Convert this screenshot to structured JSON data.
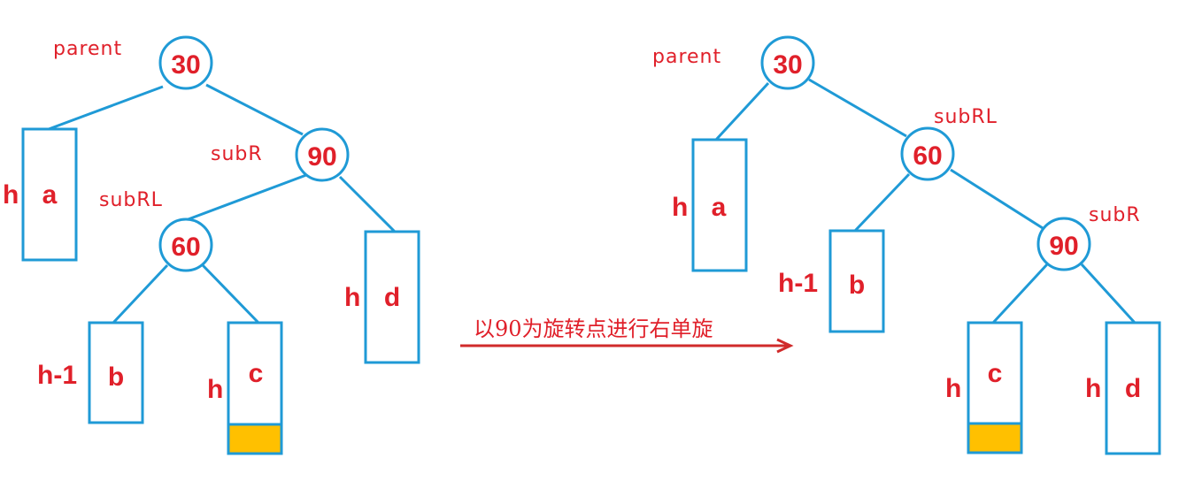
{
  "before": {
    "nodes": [
      {
        "id": "n30",
        "value": "30",
        "pointer_label": "parent"
      },
      {
        "id": "n90",
        "value": "90",
        "pointer_label": "subR"
      },
      {
        "id": "n60",
        "value": "60",
        "pointer_label": "subRL"
      }
    ],
    "subtrees": [
      {
        "id": "a",
        "label": "a",
        "height": "h"
      },
      {
        "id": "b",
        "label": "b",
        "height": "h-1"
      },
      {
        "id": "c",
        "label": "c",
        "height": "h",
        "inserted_level": true
      },
      {
        "id": "d",
        "label": "d",
        "height": "h"
      }
    ]
  },
  "transition": {
    "caption": "以90为旋转点进行右单旋"
  },
  "after": {
    "nodes": [
      {
        "id": "m30",
        "value": "30",
        "pointer_label": "parent"
      },
      {
        "id": "m60",
        "value": "60",
        "pointer_label": "subRL"
      },
      {
        "id": "m90",
        "value": "90",
        "pointer_label": "subR"
      }
    ],
    "subtrees": [
      {
        "id": "a",
        "label": "a",
        "height": "h"
      },
      {
        "id": "b",
        "label": "b",
        "height": "h-1"
      },
      {
        "id": "c",
        "label": "c",
        "height": "h",
        "inserted_level": true
      },
      {
        "id": "d",
        "label": "d",
        "height": "h"
      }
    ]
  },
  "colors": {
    "line": "#1f9ad6",
    "text": "#e0202a",
    "inserted_fill": "#ffc000",
    "arrow": "#d02a2a"
  }
}
